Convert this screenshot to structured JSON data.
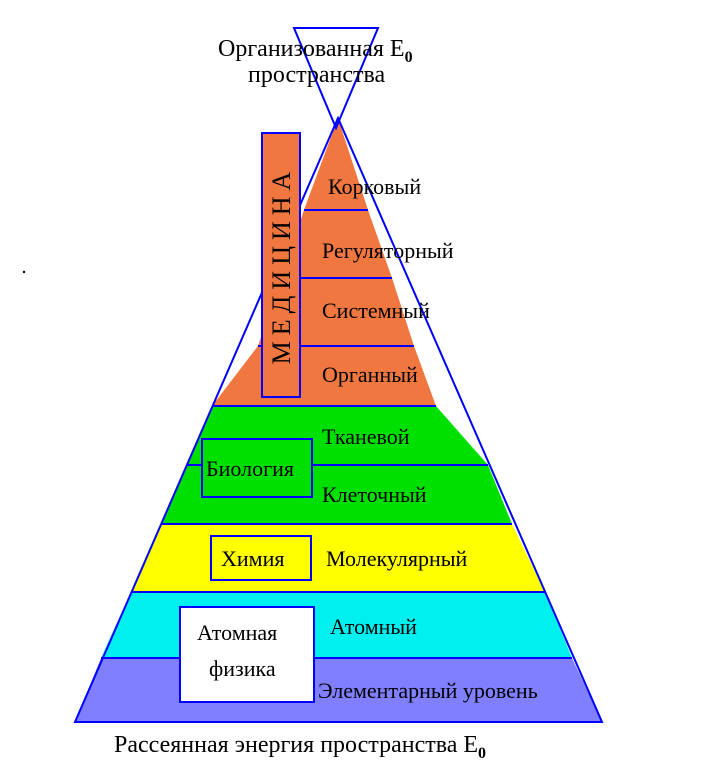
{
  "diagram": {
    "top_label_line1": "Организованная Е",
    "top_label_line1_sub": "0",
    "top_label_line2": "пространства",
    "bottom_label": "Рассеянная энергия пространства Е",
    "bottom_label_sub": "0",
    "levels": [
      {
        "label": "Корковый",
        "color": "#f07840"
      },
      {
        "label": "Регуляторный",
        "color": "#f07840"
      },
      {
        "label": "Системный",
        "color": "#f07840"
      },
      {
        "label": "Органный",
        "color": "#f07840"
      },
      {
        "label": "Тканевой",
        "color": "#00e000"
      },
      {
        "label": "Клеточный",
        "color": "#00e000"
      },
      {
        "label": "Молекулярный",
        "color": "#ffff00"
      },
      {
        "label": "Атомный",
        "color": "#00f0f0"
      },
      {
        "label": "Элементарный уровень",
        "color": "#7f7fff"
      }
    ],
    "boxes": {
      "medicine": "МЕДИЦИНА",
      "biology": "Биология",
      "chemistry": "Химия",
      "atomic_physics_line1": "Атомная",
      "atomic_physics_line2": "физика"
    }
  }
}
